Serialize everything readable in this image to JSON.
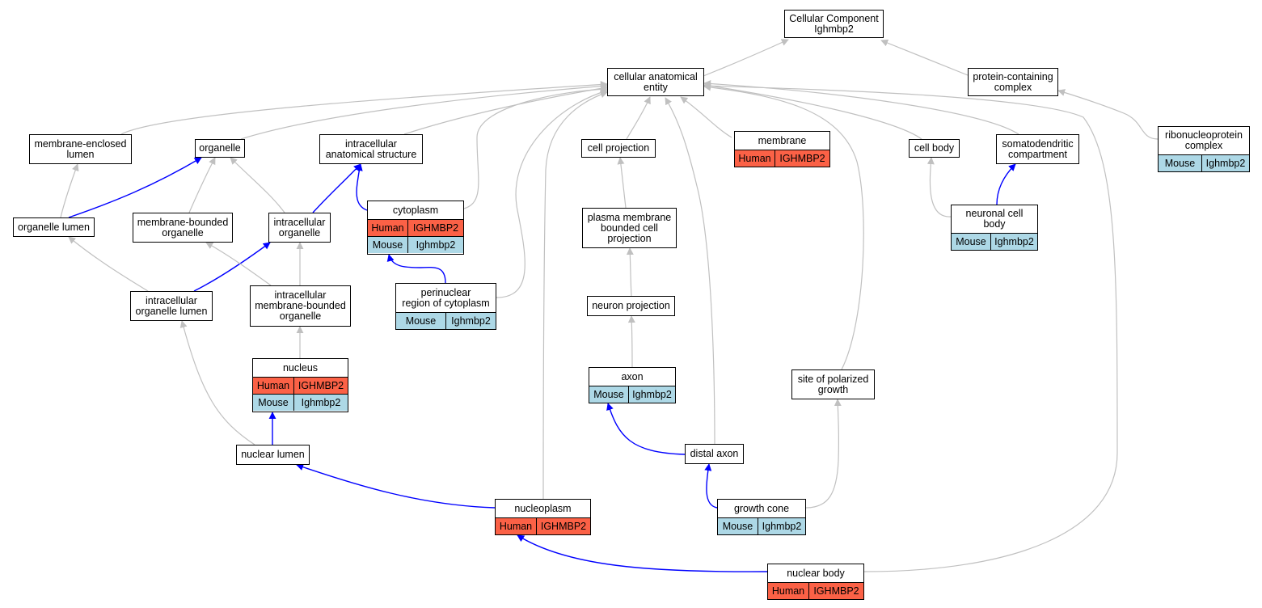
{
  "colors": {
    "human": "#fb6146",
    "mouse": "#add8e6",
    "is_a_edge": "#c0c0c0",
    "part_of_edge": "#0000ff"
  },
  "nodes": {
    "root": {
      "label": "Cellular Component\nIghmbp2"
    },
    "cae": {
      "label": "cellular anatomical\nentity"
    },
    "pcc": {
      "label": "protein-containing\ncomplex"
    },
    "mel": {
      "label": "membrane-enclosed\nlumen"
    },
    "org": {
      "label": "organelle"
    },
    "ias": {
      "label": "intracellular\nanatomical structure"
    },
    "cp": {
      "label": "cell projection"
    },
    "mem": {
      "label": "membrane",
      "rows": [
        {
          "species": "Human",
          "gene": "IGHMBP2"
        }
      ]
    },
    "cb": {
      "label": "cell body"
    },
    "sdc": {
      "label": "somatodendritic\ncompartment"
    },
    "rnp": {
      "label": "ribonucleoprotein\ncomplex",
      "rows": [
        {
          "species": "Mouse",
          "gene": "Ighmbp2"
        }
      ]
    },
    "orgl": {
      "label": "organelle lumen"
    },
    "mbo": {
      "label": "membrane-bounded\norganelle"
    },
    "io": {
      "label": "intracellular\norganelle"
    },
    "cyto": {
      "label": "cytoplasm",
      "rows": [
        {
          "species": "Human",
          "gene": "IGHMBP2"
        },
        {
          "species": "Mouse",
          "gene": "Ighmbp2"
        }
      ]
    },
    "pmbcp": {
      "label": "plasma membrane\nbounded cell\nprojection"
    },
    "ncb": {
      "label": "neuronal cell\nbody",
      "rows": [
        {
          "species": "Mouse",
          "gene": "Ighmbp2"
        }
      ]
    },
    "iol": {
      "label": "intracellular\norganelle lumen"
    },
    "imbo": {
      "label": "intracellular\nmembrane-bounded\norganelle"
    },
    "prc": {
      "label": "perinuclear\nregion of cytoplasm",
      "rows": [
        {
          "species": "Mouse",
          "gene": "Ighmbp2"
        }
      ]
    },
    "np": {
      "label": "neuron projection"
    },
    "nuc": {
      "label": "nucleus",
      "rows": [
        {
          "species": "Human",
          "gene": "IGHMBP2"
        },
        {
          "species": "Mouse",
          "gene": "Ighmbp2"
        }
      ]
    },
    "axon": {
      "label": "axon",
      "rows": [
        {
          "species": "Mouse",
          "gene": "Ighmbp2"
        }
      ]
    },
    "spg": {
      "label": "site of polarized\ngrowth"
    },
    "nl": {
      "label": "nuclear lumen"
    },
    "da": {
      "label": "distal axon"
    },
    "nplasm": {
      "label": "nucleoplasm",
      "rows": [
        {
          "species": "Human",
          "gene": "IGHMBP2"
        }
      ]
    },
    "gc": {
      "label": "growth cone",
      "rows": [
        {
          "species": "Mouse",
          "gene": "Ighmbp2"
        }
      ]
    },
    "nb": {
      "label": "nuclear body",
      "rows": [
        {
          "species": "Human",
          "gene": "IGHMBP2"
        }
      ]
    }
  },
  "edges": [
    {
      "from": "cae",
      "to": "root",
      "relation": "is_a"
    },
    {
      "from": "pcc",
      "to": "root",
      "relation": "is_a"
    },
    {
      "from": "mel",
      "to": "cae",
      "relation": "is_a"
    },
    {
      "from": "org",
      "to": "cae",
      "relation": "is_a"
    },
    {
      "from": "ias",
      "to": "cae",
      "relation": "is_a"
    },
    {
      "from": "cyto",
      "to": "cae",
      "relation": "is_a"
    },
    {
      "from": "prc",
      "to": "cae",
      "relation": "is_a"
    },
    {
      "from": "nplasm",
      "to": "cae",
      "relation": "is_a"
    },
    {
      "from": "cp",
      "to": "cae",
      "relation": "is_a"
    },
    {
      "from": "da",
      "to": "cae",
      "relation": "is_a"
    },
    {
      "from": "mem",
      "to": "cae",
      "relation": "is_a"
    },
    {
      "from": "spg",
      "to": "cae",
      "relation": "is_a"
    },
    {
      "from": "cb",
      "to": "cae",
      "relation": "is_a"
    },
    {
      "from": "sdc",
      "to": "cae",
      "relation": "is_a"
    },
    {
      "from": "nb",
      "to": "cae",
      "relation": "is_a"
    },
    {
      "from": "rnp",
      "to": "pcc",
      "relation": "is_a"
    },
    {
      "from": "orgl",
      "to": "mel",
      "relation": "is_a"
    },
    {
      "from": "orgl",
      "to": "org",
      "relation": "part_of"
    },
    {
      "from": "mbo",
      "to": "org",
      "relation": "is_a"
    },
    {
      "from": "io",
      "to": "org",
      "relation": "is_a"
    },
    {
      "from": "io",
      "to": "ias",
      "relation": "part_of"
    },
    {
      "from": "cyto",
      "to": "ias",
      "relation": "part_of"
    },
    {
      "from": "pmbcp",
      "to": "cp",
      "relation": "is_a"
    },
    {
      "from": "ncb",
      "to": "cb",
      "relation": "is_a"
    },
    {
      "from": "ncb",
      "to": "sdc",
      "relation": "part_of"
    },
    {
      "from": "iol",
      "to": "orgl",
      "relation": "is_a"
    },
    {
      "from": "iol",
      "to": "io",
      "relation": "part_of"
    },
    {
      "from": "imbo",
      "to": "mbo",
      "relation": "is_a"
    },
    {
      "from": "imbo",
      "to": "io",
      "relation": "is_a"
    },
    {
      "from": "prc",
      "to": "cyto",
      "relation": "part_of"
    },
    {
      "from": "np",
      "to": "pmbcp",
      "relation": "is_a"
    },
    {
      "from": "nuc",
      "to": "imbo",
      "relation": "is_a"
    },
    {
      "from": "axon",
      "to": "np",
      "relation": "is_a"
    },
    {
      "from": "nl",
      "to": "iol",
      "relation": "is_a"
    },
    {
      "from": "nl",
      "to": "nuc",
      "relation": "part_of"
    },
    {
      "from": "da",
      "to": "axon",
      "relation": "part_of"
    },
    {
      "from": "nplasm",
      "to": "nl",
      "relation": "part_of"
    },
    {
      "from": "gc",
      "to": "da",
      "relation": "part_of"
    },
    {
      "from": "gc",
      "to": "spg",
      "relation": "is_a"
    },
    {
      "from": "nb",
      "to": "nplasm",
      "relation": "part_of"
    }
  ]
}
